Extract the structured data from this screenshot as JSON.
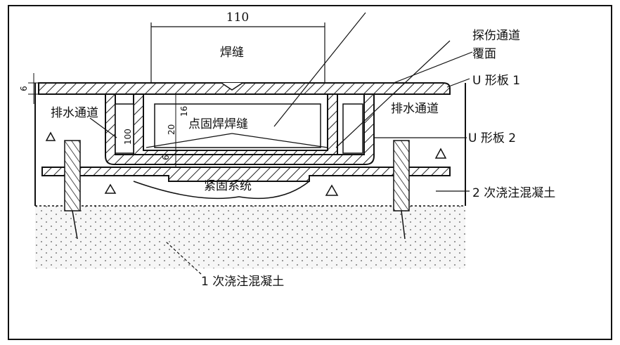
{
  "labels": {
    "dim_width": "110",
    "weld": "焊缝",
    "detect_channel": "探伤通道",
    "cover": "覆面",
    "u_plate_1": "U 形板 1",
    "u_plate_2": "U 形板 2",
    "drain_left": "排水通道",
    "drain_right": "排水通道",
    "spot_weld": "点固焊焊缝",
    "fastening": "紧固系统",
    "concrete_2": "2 次浇注混凝土",
    "concrete_1": "1 次浇注混凝土",
    "dim_6_top": "6",
    "dim_20": "20",
    "dim_16": "16",
    "dim_6_mid": "6",
    "dim_100": "100"
  }
}
